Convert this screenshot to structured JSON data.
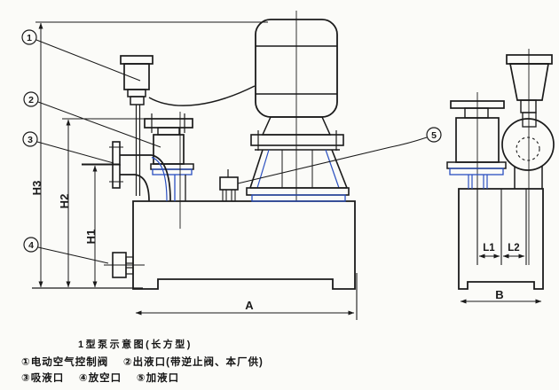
{
  "figure": {
    "caption_title": "1型泵示意图(长方型)",
    "legend_line1": "①电动空气控制阀　 ②出液口(带逆止阀、本厂供)",
    "legend_line2": "③吸液口　 ④放空口　 ⑤加液口"
  },
  "callouts": {
    "c1": "1",
    "c2": "2",
    "c3": "3",
    "c4": "4",
    "c5": "5"
  },
  "dims": {
    "h1": "H1",
    "h2": "H2",
    "h3": "H3",
    "a": "A",
    "b": "B",
    "l1": "L1",
    "l2": "L2"
  },
  "colors": {
    "ink": "#1a1a1a",
    "blue": "#2a4fc0",
    "paper": "#fbfbf8"
  }
}
